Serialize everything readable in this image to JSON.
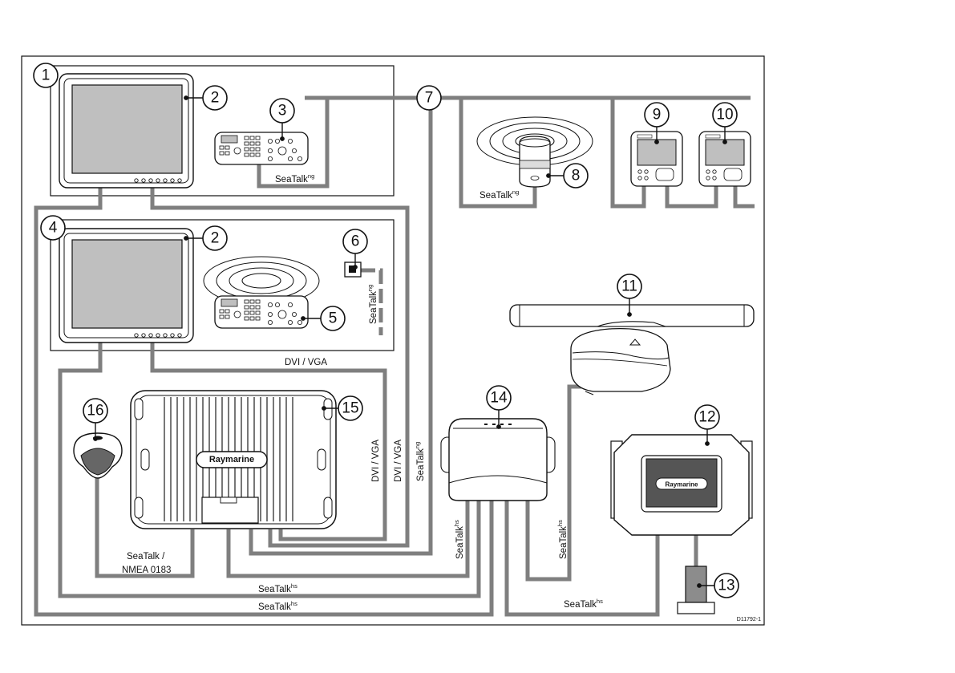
{
  "callouts": [
    "1",
    "2",
    "2",
    "3",
    "4",
    "5",
    "6",
    "7",
    "8",
    "9",
    "10",
    "11",
    "12",
    "13",
    "14",
    "15",
    "16"
  ],
  "labels": {
    "seatalk": "SeaTalk",
    "sup_ng": "ng",
    "sup_hs": "hs",
    "dvi_vga": "DVI / VGA",
    "seatalk_slash": "SeaTalk /",
    "nmea": "NMEA 0183"
  },
  "brand": "Raymarine",
  "drawing_ref": "D11792-1",
  "colors": {
    "cable": "#7f7f7f",
    "screen": "#bfbfbf",
    "outline": "#111111"
  }
}
